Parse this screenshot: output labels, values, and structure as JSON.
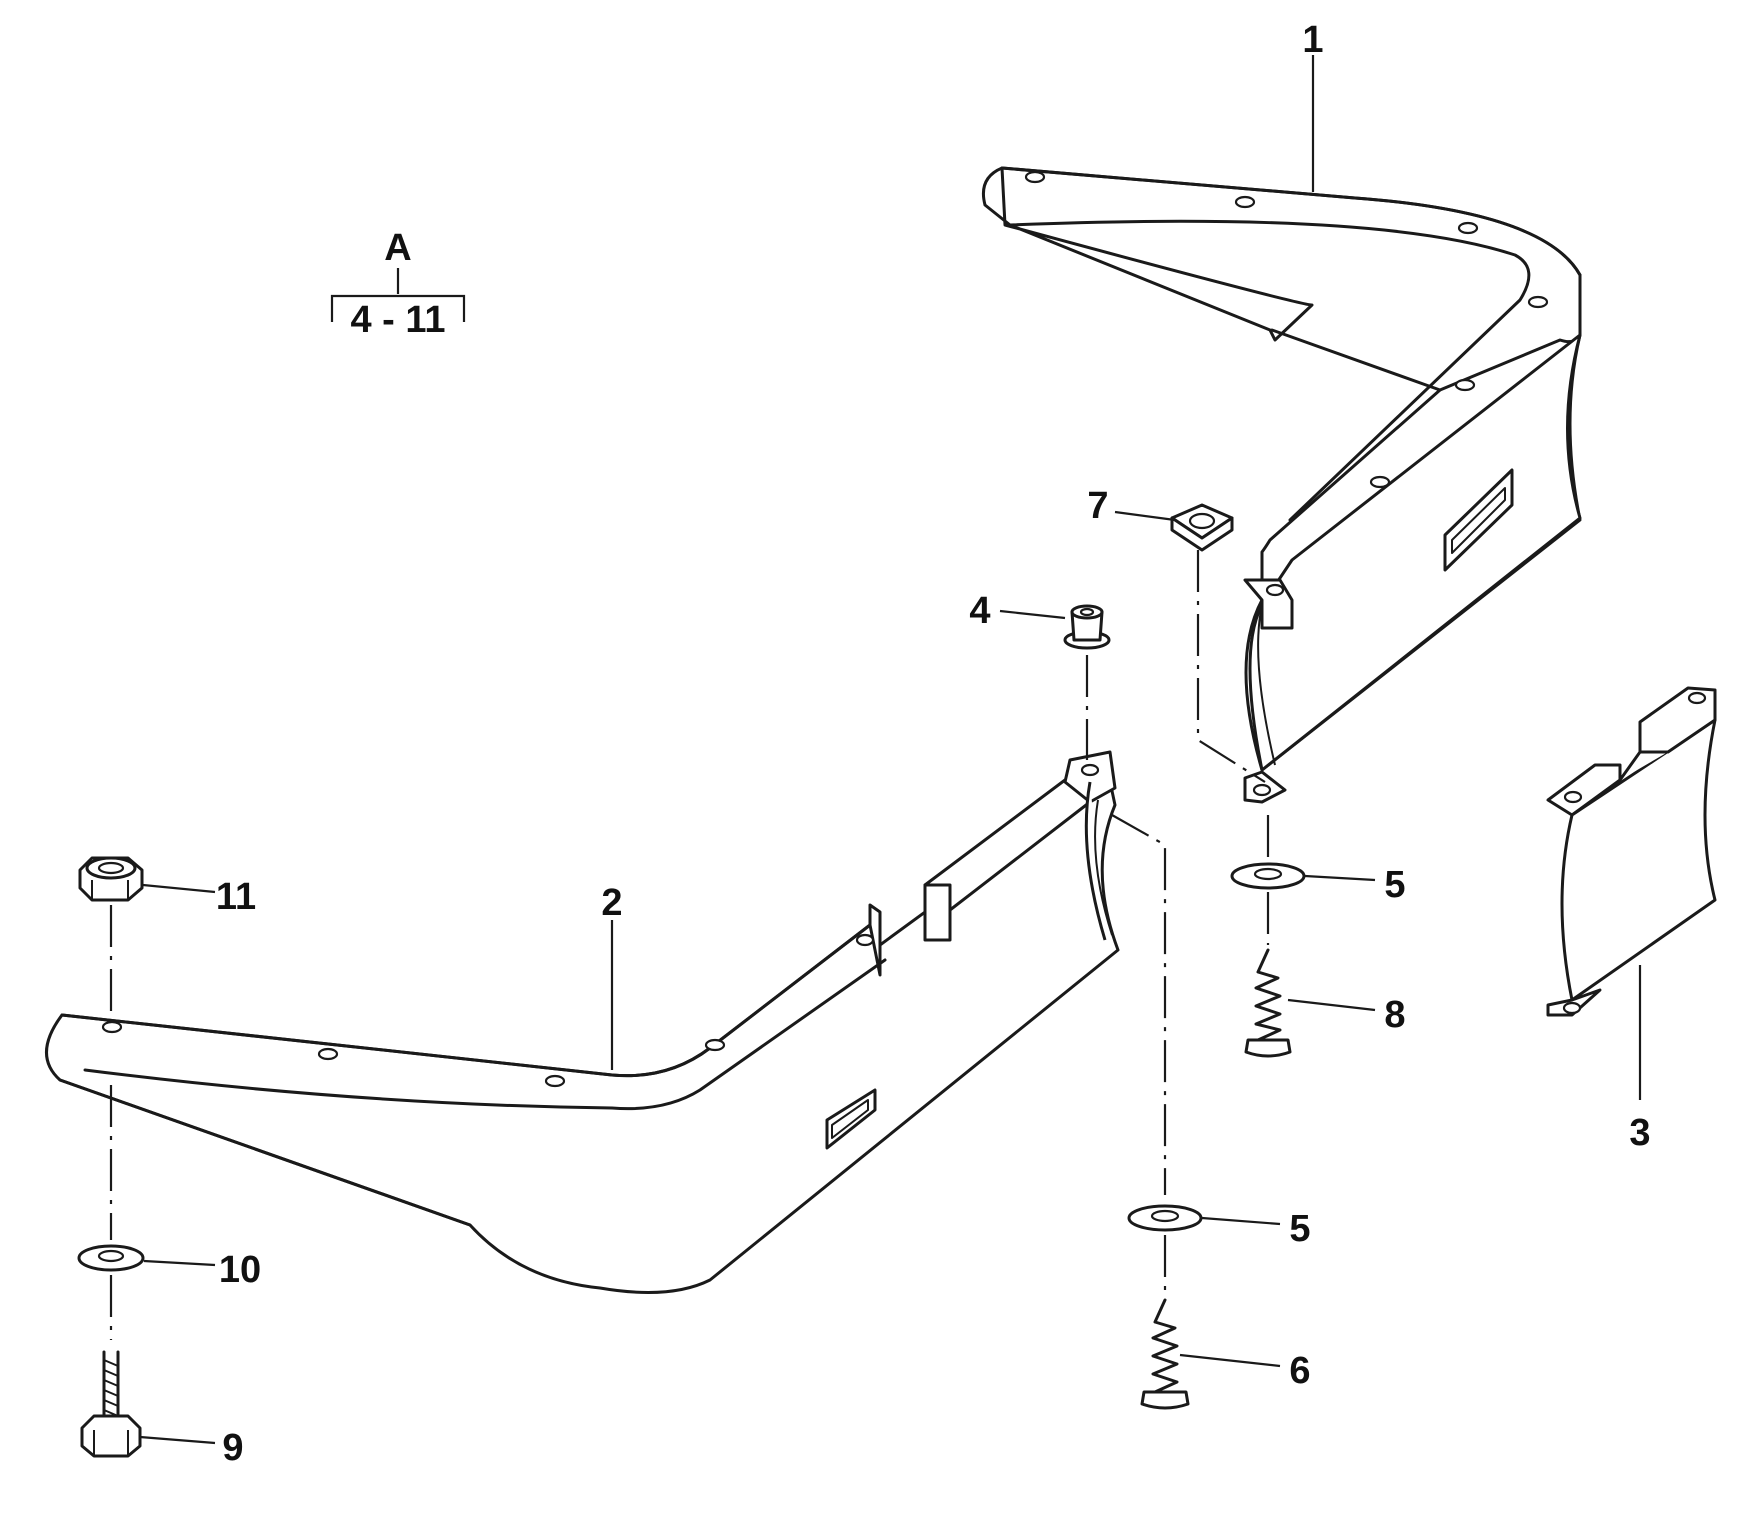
{
  "ref": {
    "letter": "A",
    "range": "4 - 11"
  },
  "labels": {
    "p1": "1",
    "p2": "2",
    "p3": "3",
    "p4": "4",
    "p5a": "5",
    "p5b": "5",
    "p6": "6",
    "p7": "7",
    "p8": "8",
    "p9": "9",
    "p10": "10",
    "p11": "11"
  }
}
